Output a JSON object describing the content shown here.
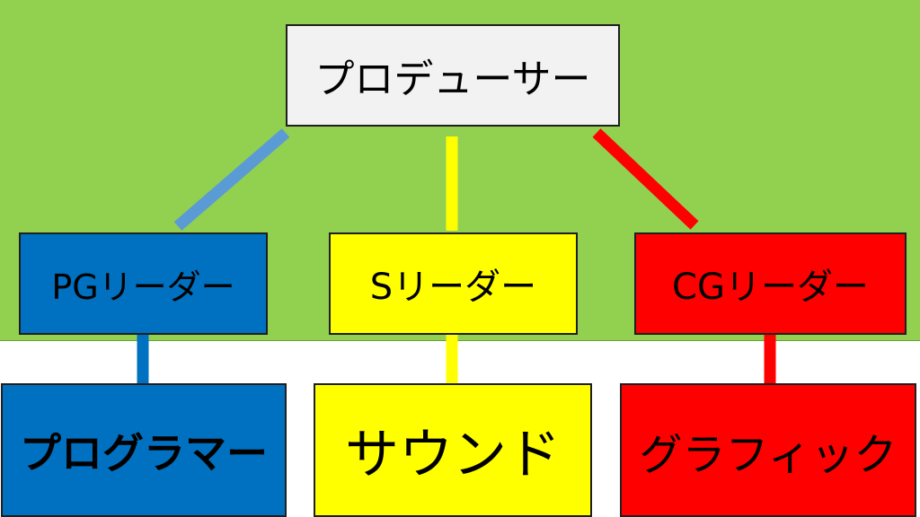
{
  "producer": {
    "label": "プロデューサー"
  },
  "leaders": {
    "pg": {
      "label": "PGリーダー"
    },
    "s": {
      "label": "Sリーダー"
    },
    "cg": {
      "label": "CGリーダー"
    }
  },
  "members": {
    "pg": {
      "label": "プログラマー"
    },
    "s": {
      "label": "サウンド"
    },
    "cg": {
      "label": "グラフィック"
    }
  },
  "colors": {
    "background_green": "#92d050",
    "pg_blue": "#0070c0",
    "pg_line_blue": "#5b9bd5",
    "s_yellow": "#ffff00",
    "cg_red": "#ff0000",
    "producer_gray": "#f2f2f2"
  }
}
